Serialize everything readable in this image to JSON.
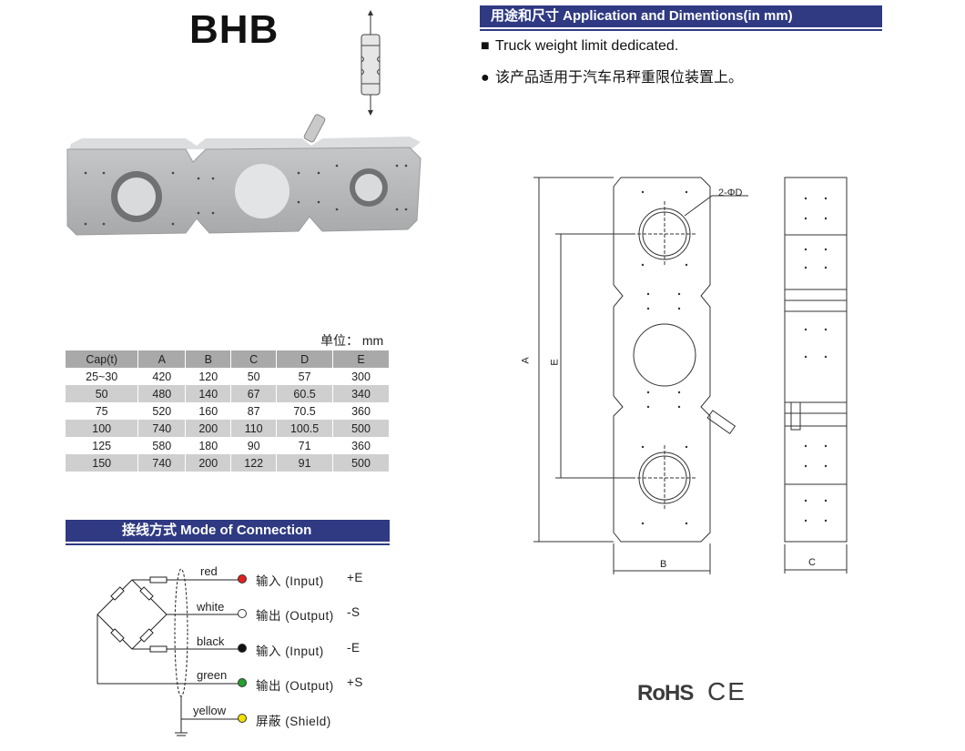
{
  "product": {
    "model": "BHB"
  },
  "application": {
    "header": "用途和尺寸 Application and Dimentions(in mm)",
    "bullets": [
      {
        "marker": "■",
        "text": "Truck weight limit dedicated."
      },
      {
        "marker": "●",
        "text": "该产品适用于汽车吊秤重限位装置上。"
      }
    ]
  },
  "spec_table": {
    "unit_label": "单位：  mm",
    "columns": [
      "Cap(t)",
      "A",
      "B",
      "C",
      "D",
      "E"
    ],
    "rows": [
      [
        "25~30",
        "420",
        "120",
        "50",
        "57",
        "300"
      ],
      [
        "50",
        "480",
        "140",
        "67",
        "60.5",
        "340"
      ],
      [
        "75",
        "520",
        "160",
        "87",
        "70.5",
        "360"
      ],
      [
        "100",
        "740",
        "200",
        "110",
        "100.5",
        "500"
      ],
      [
        "125",
        "580",
        "180",
        "90",
        "71",
        "360"
      ],
      [
        "150",
        "740",
        "200",
        "122",
        "91",
        "500"
      ]
    ]
  },
  "connection": {
    "header": "接线方式 Mode of Connection",
    "wires": [
      {
        "color_name": "red",
        "dot_color": "#e02020",
        "label": "输入 (Input)",
        "sign": "+E"
      },
      {
        "color_name": "white",
        "dot_color": "#ffffff",
        "label": "输出 (Output)",
        "sign": "-S"
      },
      {
        "color_name": "black",
        "dot_color": "#111111",
        "label": "输入 (Input)",
        "sign": "-E"
      },
      {
        "color_name": "green",
        "dot_color": "#22a030",
        "label": "输出 (Output)",
        "sign": "+S"
      },
      {
        "color_name": "yellow",
        "dot_color": "#f2e100",
        "label": "屏蔽 (Shield)",
        "sign": ""
      }
    ]
  },
  "drawing": {
    "hole_label": "2-ΦD",
    "dim_A": "A",
    "dim_E": "E",
    "dim_B": "B",
    "dim_C": "C"
  },
  "certifications": {
    "rohs": "RoHS",
    "ce": "CE"
  }
}
